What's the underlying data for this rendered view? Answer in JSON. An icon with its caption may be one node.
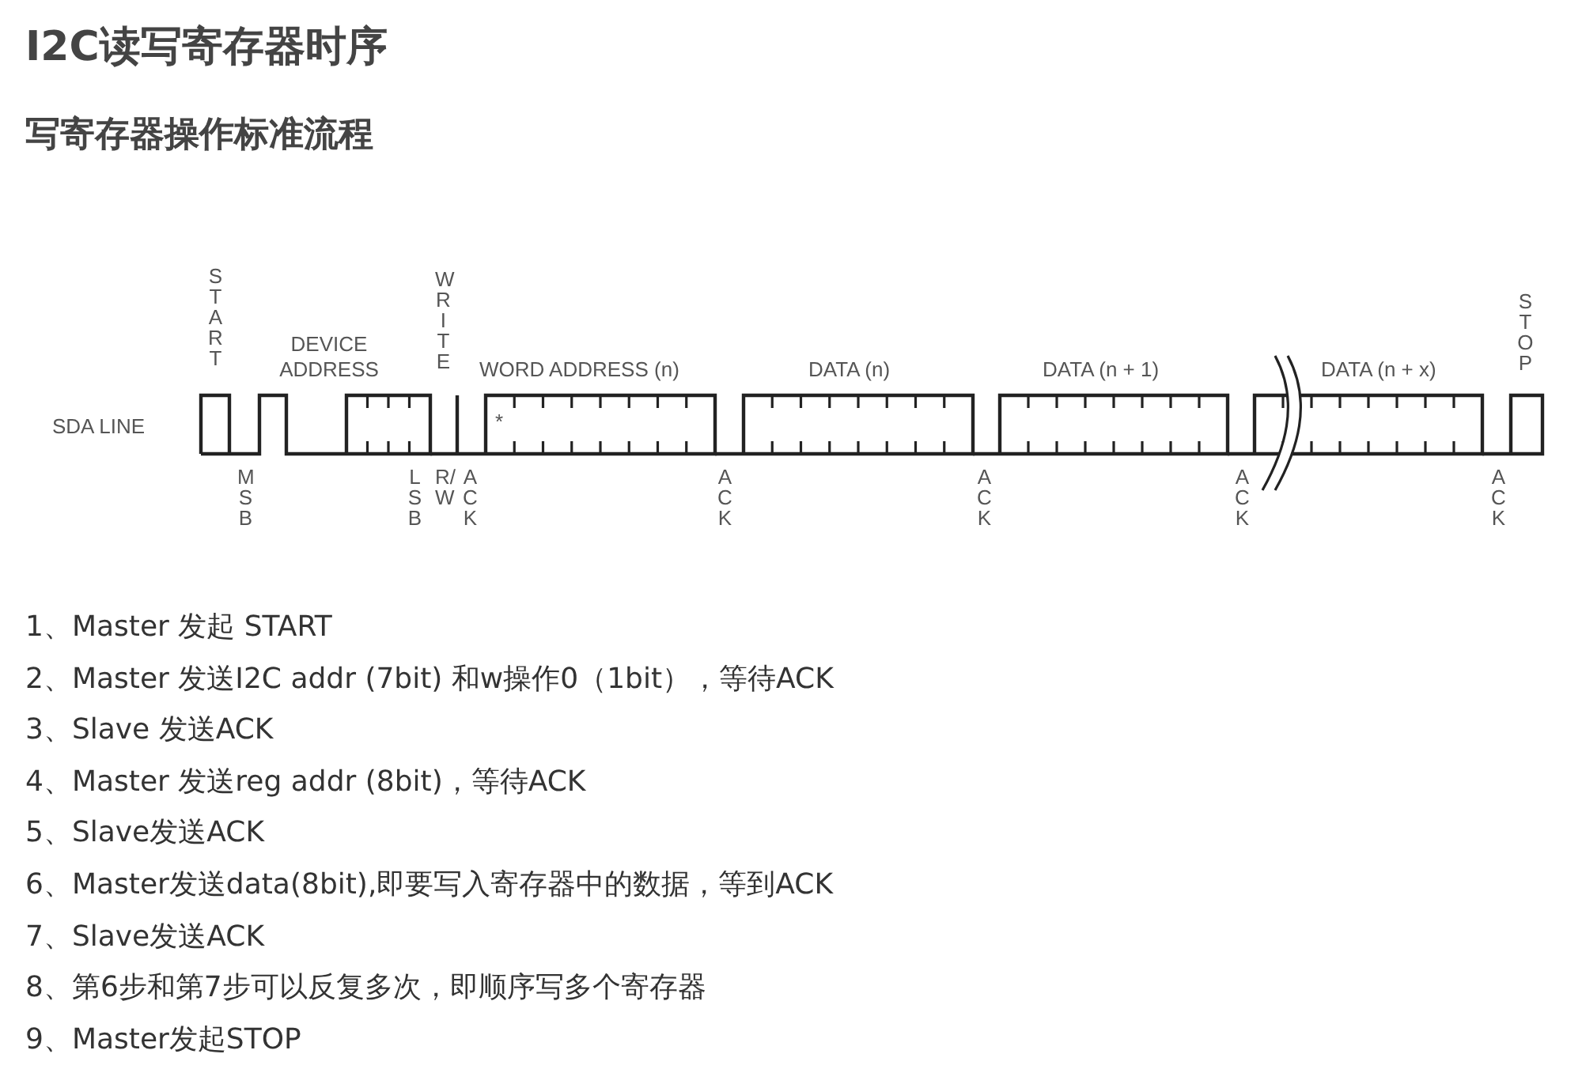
{
  "diagram": {
    "title": "I2C读写寄存器时序",
    "labels": [
      "写寄存器操作标准流程",
      "START",
      "DEVICE ADDRESS",
      "WRITE",
      "WORD ADDRESS (n)",
      "DATA (n)",
      "DATA (n + 1)",
      "DATA (n + x)",
      "STOP",
      "SDA LINE",
      "*",
      "MSB",
      "LSB",
      "R/W",
      "ACK",
      "ACK",
      "ACK",
      "ACK",
      "ACK",
      "1、Master 发起 START",
      "2、Master 发送I2C addr (7bit) 和w操作0（1bit），等待ACK",
      "3、Slave 发送ACK",
      "4、Master 发送reg addr (8bit)，等待ACK",
      "5、Slave发送ACK",
      "6、Master发送data(8bit),即要写入寄存器中的数据，等到ACK",
      "7、Slave发送ACK",
      "8、第6步和第7步可以反复多次，即顺序写多个寄存器",
      "9、Master发起STOP"
    ]
  }
}
